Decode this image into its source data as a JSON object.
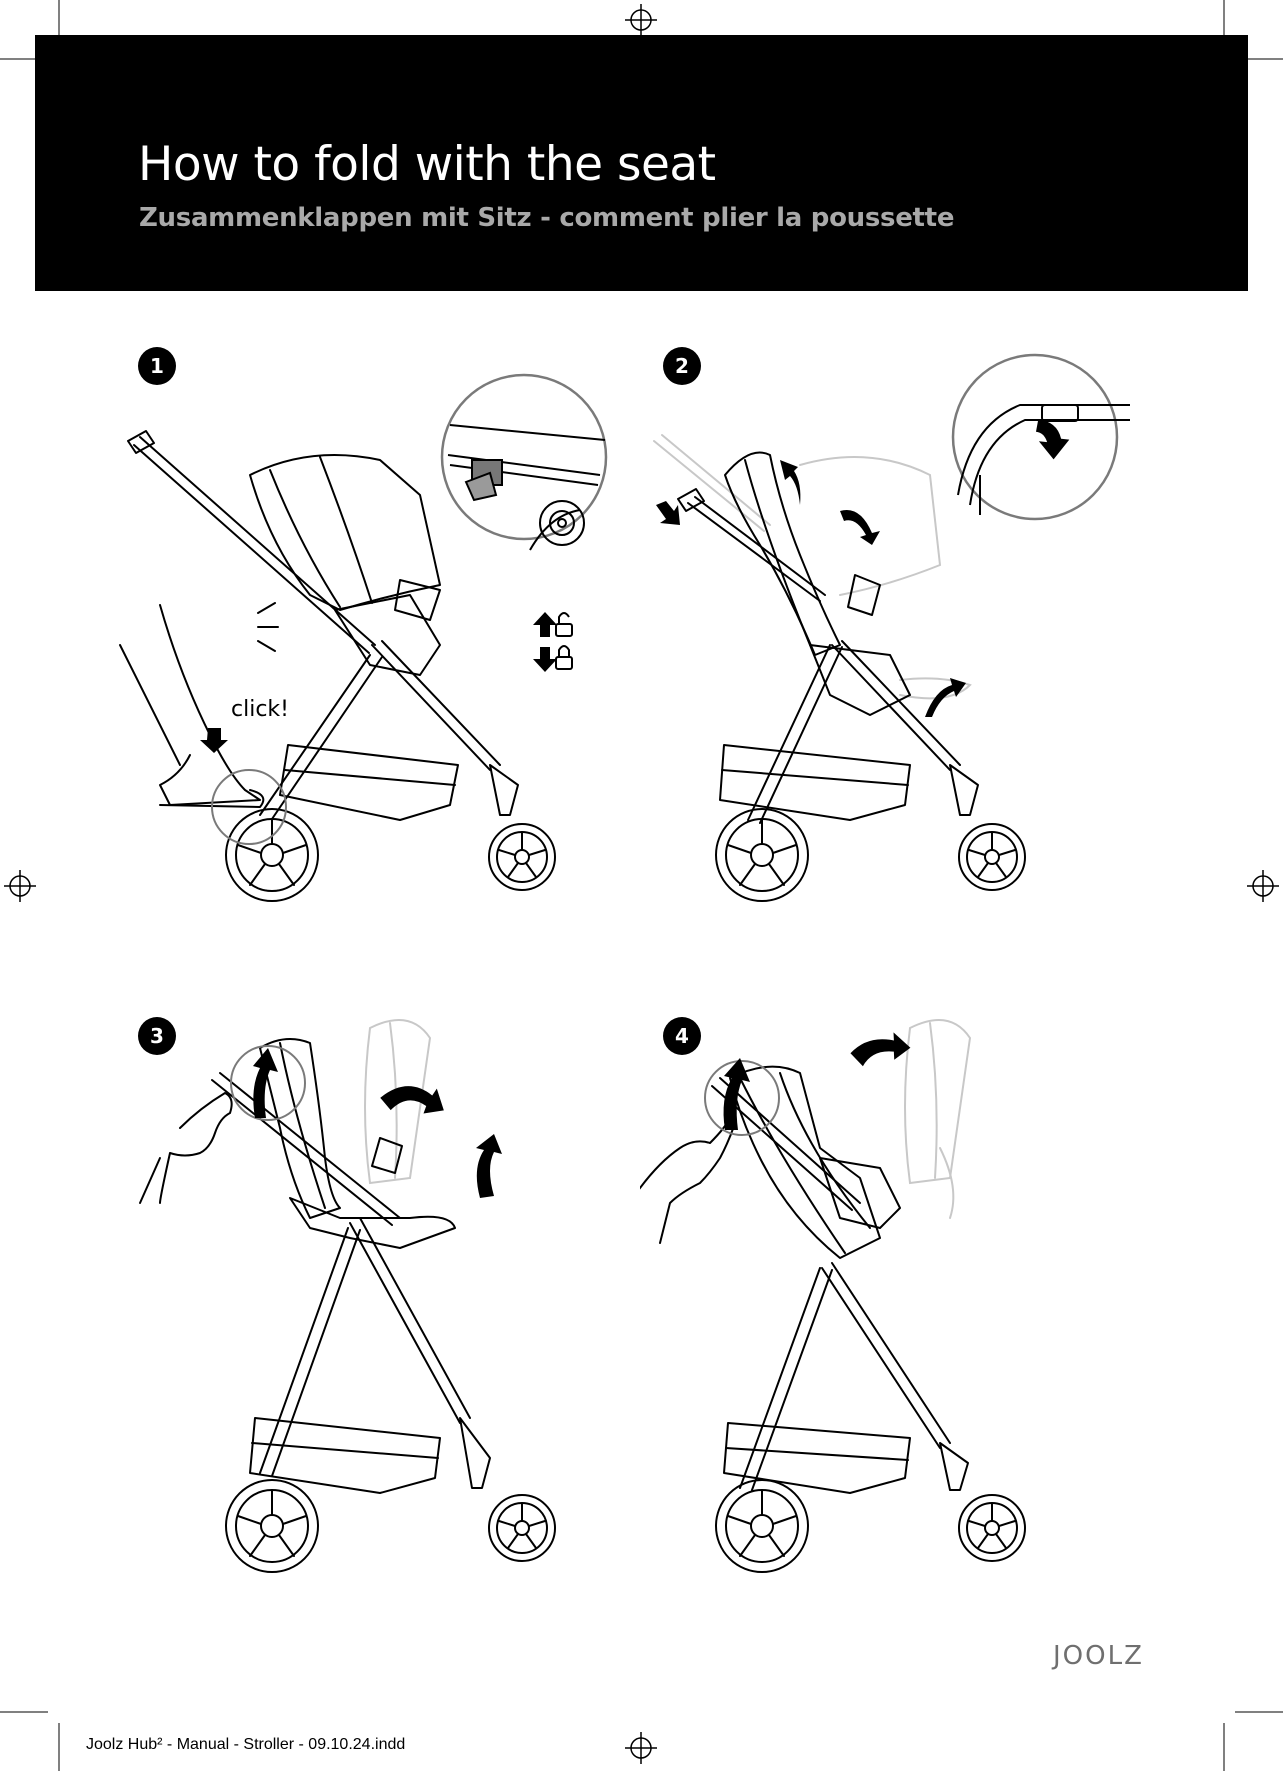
{
  "header": {
    "title": "How to fold with the seat",
    "subtitle": "Zusammenklappen mit Sitz -  comment plier la poussette"
  },
  "steps": [
    {
      "number": "1",
      "callout": "click!"
    },
    {
      "number": "2"
    },
    {
      "number": "3"
    },
    {
      "number": "4"
    }
  ],
  "brand": "JOOLZ",
  "footer": "Joolz Hub² - Manual - Stroller - 09.10.24.indd",
  "icons": [
    "unlock-icon",
    "lock-icon",
    "arrow-up-icon",
    "arrow-down-icon",
    "registration-mark-icon"
  ],
  "colors": {
    "banner": "#000000",
    "subtitle": "#a9a9a9",
    "brand": "#6f6f6f",
    "ghost": "#c8c8c8",
    "zoom_ring": "#7a7a7a"
  }
}
